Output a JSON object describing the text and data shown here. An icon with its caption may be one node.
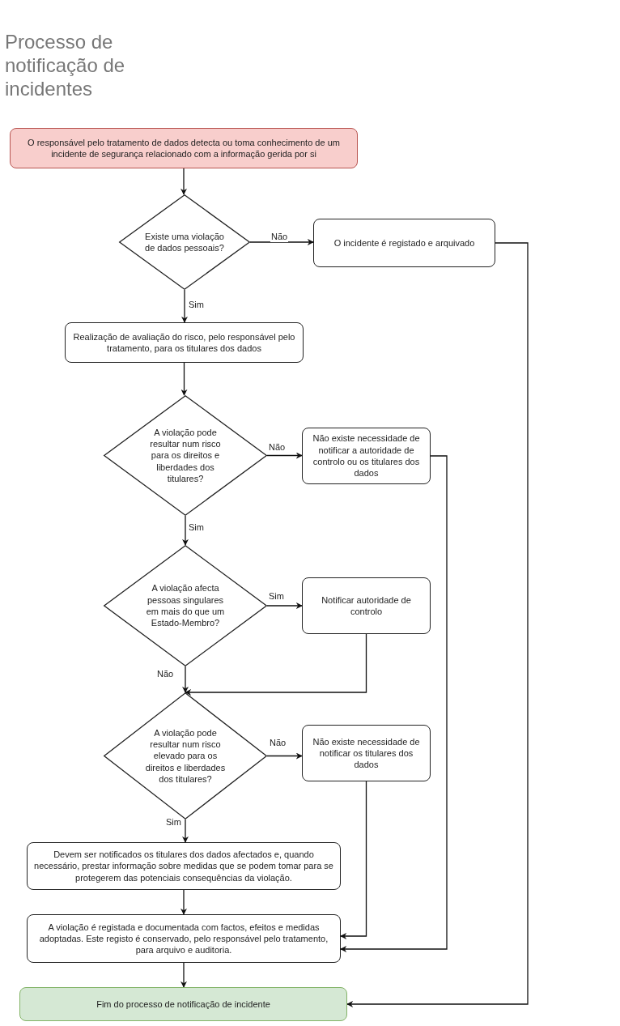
{
  "diagram": {
    "title": "Processo de notificação de incidentes",
    "nodes": [
      {
        "text": [
          "O responsável pelo tratamento de dados detecta ou toma conhecimento de um incidente de segurança relacionado com a informação gerida por si"
        ]
      },
      {
        "text": [
          "Existe uma violação de dados pessoais?"
        ]
      },
      {
        "text": [
          "O incidente é registado e arquivado"
        ]
      },
      {
        "text": [
          "Realização de avaliação do risco, pelo responsável pelo tratamento, para os titulares dos dados"
        ]
      },
      {
        "text": [
          "A violação pode resultar num risco para os direitos e liberdades dos titulares?"
        ]
      },
      {
        "text": [
          "Não existe necessidade de notificar a autoridade de controlo ou os titulares dos dados"
        ]
      },
      {
        "text": [
          "A violação afecta pessoas singulares em mais do que um Estado-Membro?"
        ]
      },
      {
        "text": [
          "Notificar autoridade de controlo"
        ]
      },
      {
        "text": [
          "A violação pode resultar num risco elevado para os direitos e liberdades dos titulares?"
        ]
      },
      {
        "text": [
          "Não existe necessidade de notificar os titulares dos dados"
        ]
      },
      {
        "text": [
          "Devem ser notificados os titulares dos dados afectados e, quando necessário, prestar informação sobre medidas que se podem tomar para se protegerem das potenciais consequências da violação."
        ]
      },
      {
        "text": [
          "A violação é registada e documentada com factos, efeitos e medidas adoptadas. Este registo é conservado, pelo responsável pelo tratamento, para arquivo e auditoria."
        ]
      },
      {
        "text": [
          "Fim do processo de notificação de incidente"
        ]
      }
    ],
    "edges": [
      {
        "from": 0,
        "to": 1,
        "arrow": "to"
      },
      {
        "from": 1,
        "to": 2,
        "arrow": "to",
        "label": "Não"
      },
      {
        "from": 1,
        "to": 3,
        "arrow": "to",
        "label": "Sim"
      },
      {
        "from": 3,
        "to": 4,
        "arrow": "to"
      },
      {
        "from": 4,
        "to": 5,
        "arrow": "to",
        "label": "Não"
      },
      {
        "from": 4,
        "to": 6,
        "arrow": "to",
        "label": "Sim"
      },
      {
        "from": 6,
        "to": 7,
        "arrow": "to",
        "label": "Sim"
      },
      {
        "from": 6,
        "to": 8,
        "arrow": "to",
        "label": "Não"
      },
      {
        "from": 7,
        "to": 8,
        "arrow": "to"
      },
      {
        "from": 8,
        "to": 9,
        "arrow": "to",
        "label": "Não"
      },
      {
        "from": 8,
        "to": 10,
        "arrow": "to",
        "label": "Sim"
      },
      {
        "from": 10,
        "to": 11,
        "arrow": "to"
      },
      {
        "from": 9,
        "to": 11,
        "arrow": "to"
      },
      {
        "from": 5,
        "to": 11,
        "arrow": "to"
      },
      {
        "from": 11,
        "to": 12,
        "arrow": "to"
      },
      {
        "from": 2,
        "to": 12,
        "arrow": "to"
      }
    ]
  }
}
